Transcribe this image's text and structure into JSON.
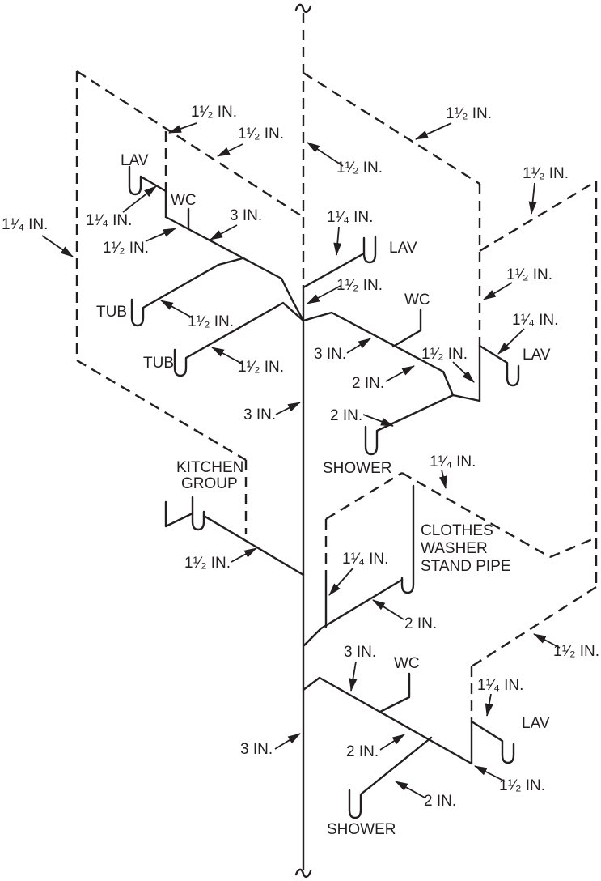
{
  "sizes": {
    "in_1_1_2": "1¹⁄₂ IN.",
    "in_1_1_4": "1¹⁄₄ IN.",
    "in_2": "2 IN.",
    "in_3": "3 IN."
  },
  "fixtures": {
    "lav": "LAV",
    "wc": "WC",
    "tub": "TUB",
    "shower": "SHOWER",
    "kitchen_line1": "KITCHEN",
    "kitchen_line2": "GROUP",
    "clothes_washer_line1": "CLOTHES",
    "clothes_washer_line2": "WASHER",
    "clothes_washer_line3": "STAND PIPE"
  },
  "colors": {
    "line": "#231f20",
    "background": "#ffffff"
  }
}
